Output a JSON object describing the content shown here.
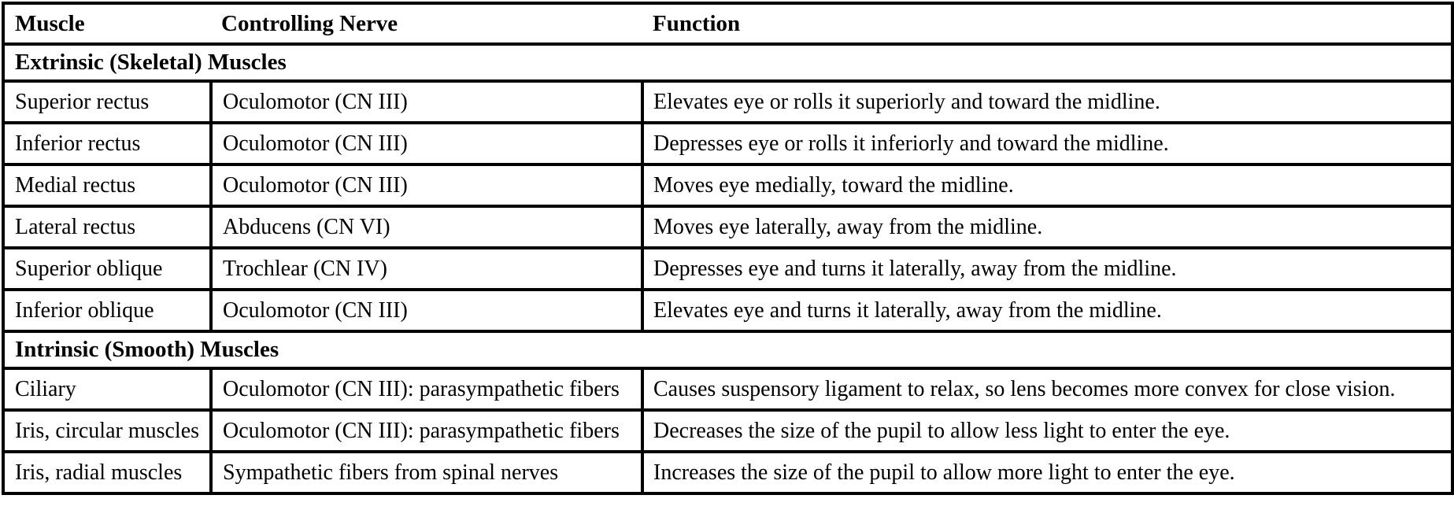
{
  "colors": {
    "background": "#ffffff",
    "text": "#000000",
    "border": "#000000"
  },
  "table": {
    "columns": [
      "Muscle",
      "Controlling Nerve",
      "Function"
    ],
    "sections": [
      {
        "title": "Extrinsic (Skeletal) Muscles",
        "rows": [
          [
            "Superior rectus",
            "Oculomotor (CN III)",
            "Elevates eye or rolls it superiorly and toward the midline."
          ],
          [
            "Inferior rectus",
            "Oculomotor (CN III)",
            "Depresses eye or rolls it inferiorly and toward the midline."
          ],
          [
            "Medial rectus",
            "Oculomotor (CN III)",
            "Moves eye medially, toward the midline."
          ],
          [
            "Lateral rectus",
            "Abducens (CN VI)",
            "Moves eye laterally, away from the midline."
          ],
          [
            "Superior oblique",
            "Trochlear (CN IV)",
            "Depresses eye and turns it laterally, away from the midline."
          ],
          [
            "Inferior oblique",
            "Oculomotor (CN III)",
            "Elevates eye and turns it laterally, away from the midline."
          ]
        ]
      },
      {
        "title": "Intrinsic (Smooth) Muscles",
        "rows": [
          [
            "Ciliary",
            "Oculomotor (CN III): parasympathetic fibers",
            "Causes suspensory ligament to relax, so lens becomes more convex for close vision."
          ],
          [
            "Iris, circular muscles",
            "Oculomotor (CN III): parasympathetic fibers",
            "Decreases the size of the pupil to allow less light to enter the eye."
          ],
          [
            "Iris, radial muscles",
            "Sympathetic fibers from spinal nerves",
            "Increases the size of the pupil to allow more light to enter the eye."
          ]
        ]
      }
    ]
  }
}
